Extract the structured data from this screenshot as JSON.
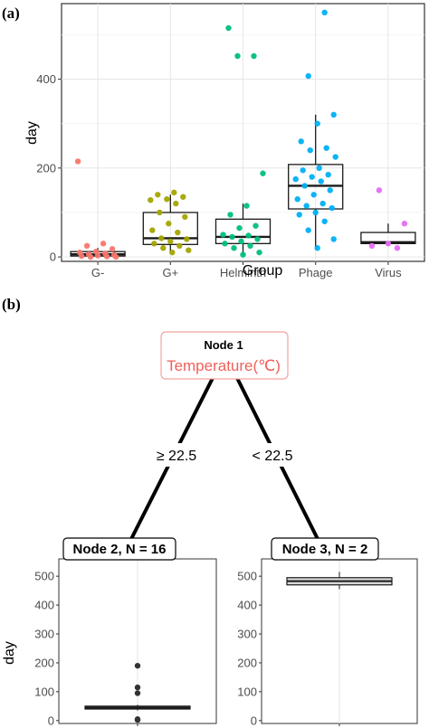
{
  "panel_a": {
    "label": "(a)",
    "chart_data": {
      "type": "box",
      "xlabel": "Group",
      "ylabel": "day",
      "categories": [
        "G-",
        "G+",
        "Helminth",
        "Phage",
        "Virus"
      ],
      "ylim": [
        -10,
        570
      ],
      "yticks": [
        0,
        200,
        400
      ],
      "grid": true,
      "boxes": [
        {
          "name": "G-",
          "q1": 2,
          "median": 6,
          "q3": 12,
          "whisker_low": 0,
          "whisker_high": 20,
          "color": "#f8766d",
          "points": [
            215,
            30,
            25,
            18,
            12,
            10,
            8,
            6,
            4,
            3,
            2,
            1,
            0,
            0
          ]
        },
        {
          "name": "G+",
          "q1": 28,
          "median": 42,
          "q3": 100,
          "whisker_low": 10,
          "whisker_high": 140,
          "color": "#a3a500",
          "points": [
            145,
            140,
            135,
            130,
            128,
            120,
            100,
            90,
            75,
            60,
            55,
            42,
            40,
            35,
            30,
            25,
            20,
            15,
            10
          ]
        },
        {
          "name": "Helminth",
          "q1": 30,
          "median": 45,
          "q3": 85,
          "whisker_low": 5,
          "whisker_high": 120,
          "color": "#00bf7d",
          "points": [
            515,
            452,
            452,
            188,
            115,
            95,
            70,
            65,
            50,
            48,
            45,
            40,
            35,
            30,
            25,
            20,
            10,
            5
          ]
        },
        {
          "name": "Phage",
          "q1": 108,
          "median": 160,
          "q3": 208,
          "whisker_low": 20,
          "whisker_high": 320,
          "color": "#00b0f6",
          "points": [
            550,
            407,
            320,
            300,
            260,
            245,
            240,
            225,
            200,
            195,
            185,
            180,
            175,
            170,
            160,
            150,
            140,
            130,
            120,
            115,
            110,
            100,
            95,
            80,
            60,
            40,
            20
          ]
        },
        {
          "name": "Virus",
          "q1": 30,
          "median": 33,
          "q3": 55,
          "whisker_low": 25,
          "whisker_high": 75,
          "color": "#e76bf3",
          "points": [
            150,
            75,
            30,
            25,
            20
          ]
        }
      ]
    }
  },
  "panel_b": {
    "label": "(b)",
    "root": {
      "title": "Node 1",
      "variable": "Temperature(℃)"
    },
    "edges": [
      {
        "label": "≥ 22.5"
      },
      {
        "label": "< 22.5"
      }
    ],
    "leaves": [
      {
        "title": "Node 2, N = 16"
      },
      {
        "title": "Node 3, N = 2"
      }
    ],
    "chart_data": [
      {
        "type": "box",
        "title": "Node 2, N = 16",
        "ylabel": "day",
        "ylim": [
          -10,
          560
        ],
        "yticks": [
          0,
          100,
          200,
          300,
          400,
          500
        ],
        "q1": 40,
        "median": 45,
        "q3": 50,
        "whisker_low": 35,
        "whisker_high": 55,
        "outliers": [
          190,
          115,
          95,
          5,
          2
        ]
      },
      {
        "type": "box",
        "title": "Node 3, N = 2",
        "ylim": [
          -10,
          560
        ],
        "yticks": [
          0,
          100,
          200,
          300,
          400,
          500
        ],
        "q1": 470,
        "median": 483,
        "q3": 495,
        "whisker_low": 455,
        "whisker_high": 515,
        "outliers": []
      }
    ]
  }
}
